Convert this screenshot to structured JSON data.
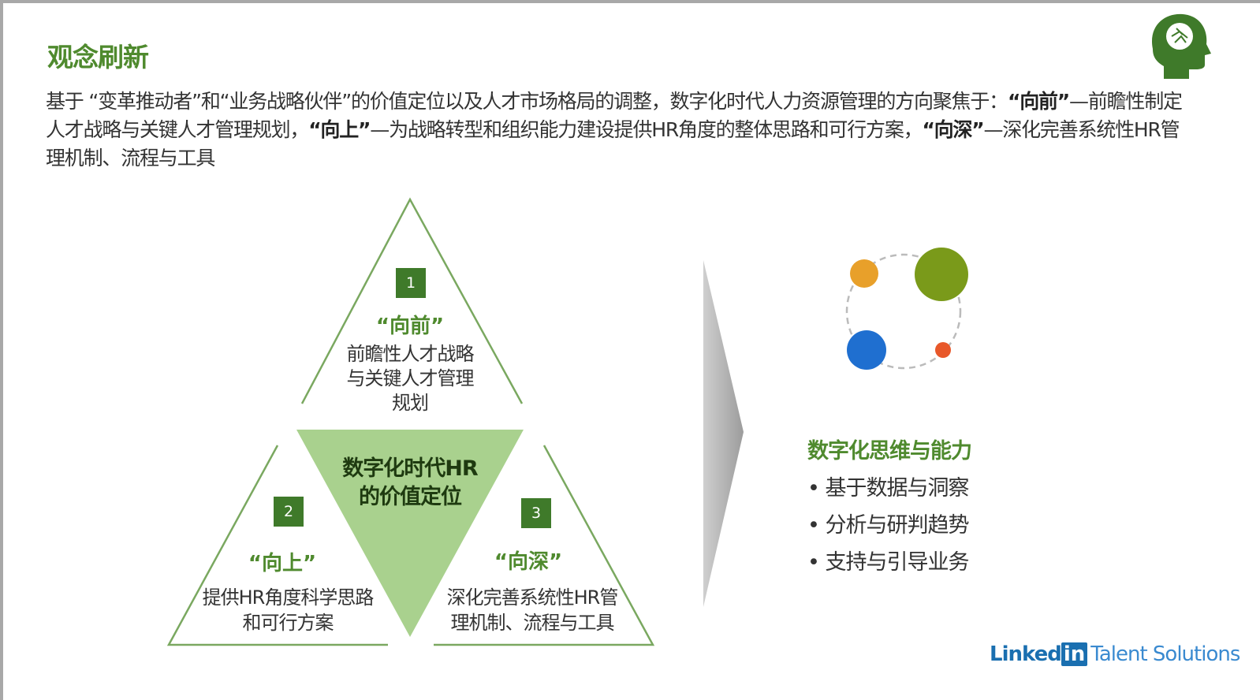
{
  "title": "观念刷新",
  "intro": {
    "p1": "基于 “变革推动者”和“业务战略伙伴”的价值定位以及人才市场格局的调整，数字化时代人力资源管理的方向聚焦于：",
    "k1": "“向前”",
    "p2": "—前瞻性制定人才战略与关键人才管理规划，",
    "k2": "“向上”",
    "p3": "—为战略转型和组织能力建设提供HR角度的整体思路和可行方案，",
    "k3": "“向深”",
    "p4": "—深化完善系统性HR管理机制、流程与工具"
  },
  "pyramid": {
    "center_line1": "数字化时代HR",
    "center_line2": "的价值定位",
    "items": [
      {
        "num": "1",
        "head": "“向前”",
        "line1": "前瞻性人才战略",
        "line2": "与关键人才管理",
        "line3": "规划"
      },
      {
        "num": "2",
        "head": "“向上”",
        "line1": "提供HR角度科学思路",
        "line2": "和可行方案"
      },
      {
        "num": "3",
        "head": "“向深”",
        "line1": "深化完善系统性HR管",
        "line2": "理机制、流程与工具"
      }
    ]
  },
  "right": {
    "title": "数字化思维与能力",
    "bullets": [
      "基于数据与洞察",
      "分析与研判趋势",
      "支持与引导业务"
    ]
  },
  "logo": {
    "linked": "Linked",
    "in": "in",
    "rest": "Talent Solutions"
  },
  "colors": {
    "green": "#4f8a2e",
    "light_green": "#a9d18e",
    "dark_green": "#3f7a2a"
  }
}
